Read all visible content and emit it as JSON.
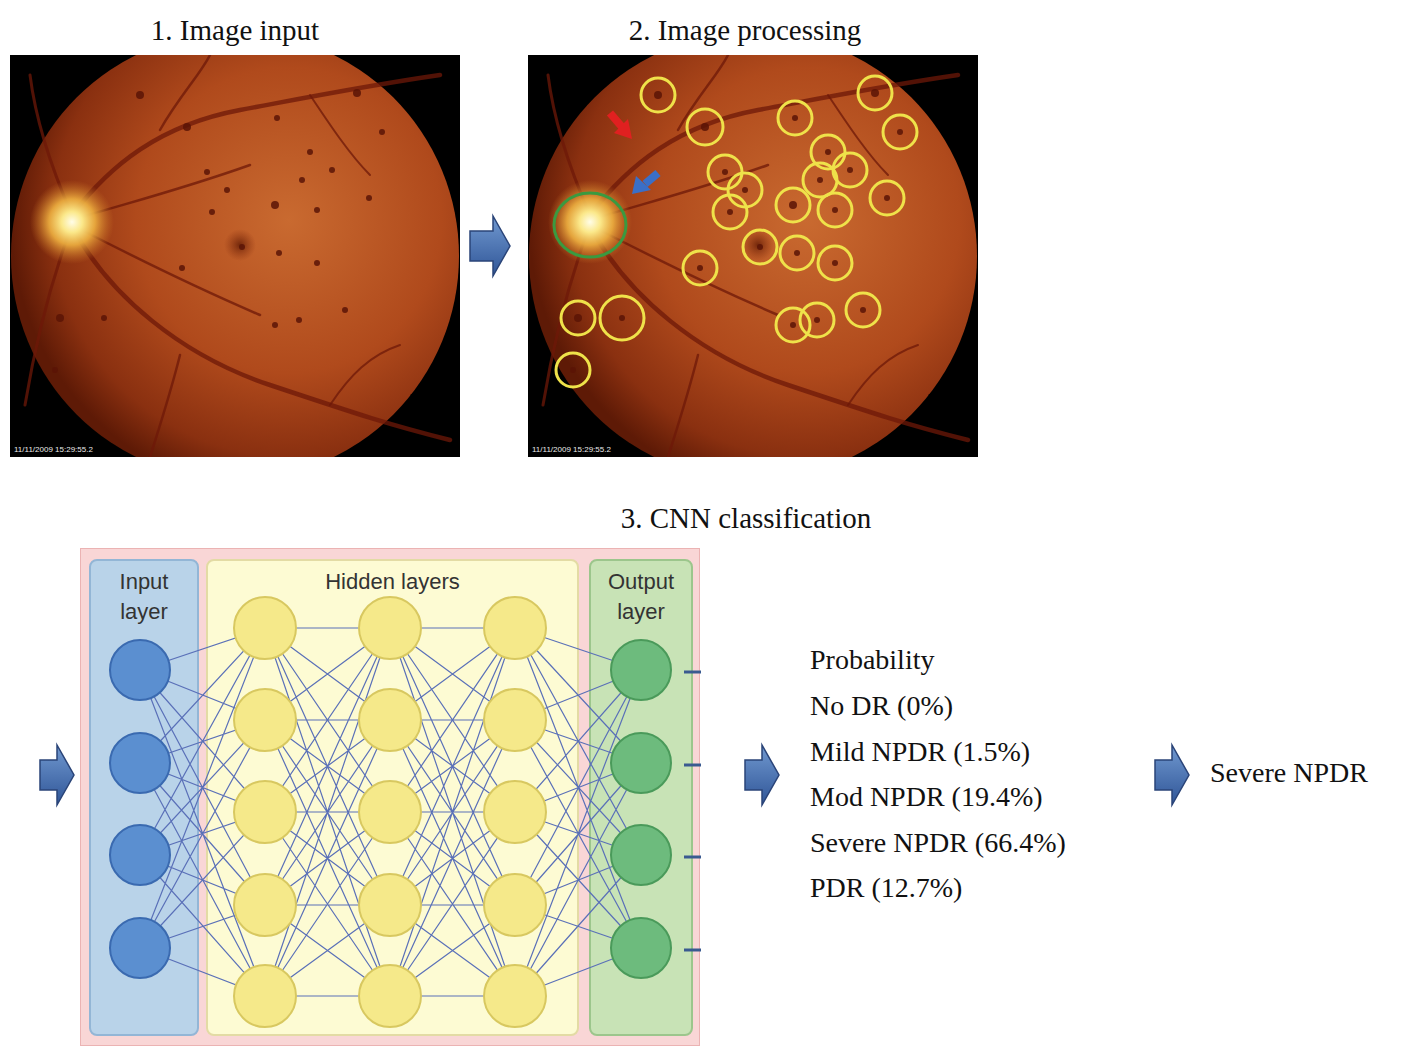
{
  "diagram": {
    "nodes": [
      {
        "text": [
          "1. Image input"
        ]
      },
      {
        "text": [
          "2. Image processing"
        ]
      },
      {
        "text": [
          "3. CNN classification"
        ]
      },
      {
        "text": [
          "Input layer"
        ],
        "in": 2
      },
      {
        "text": [
          "Hidden layers"
        ],
        "in": 2
      },
      {
        "text": [
          "Output layer"
        ],
        "in": 2
      }
    ],
    "edges": [
      {
        "from": 0,
        "to": 1,
        "arrow": "to"
      }
    ],
    "labels": [
      "Probability",
      "No DR (0%)",
      "Mild NPDR (1.5%)",
      "Mod NPDR (19.4%)",
      "Severe NPDR (66.4%)",
      "PDR (12.7%)",
      "Severe NPDR",
      "11/11/2009 15:29:55.2",
      "11/11/2009 15:29:55.2"
    ]
  }
}
